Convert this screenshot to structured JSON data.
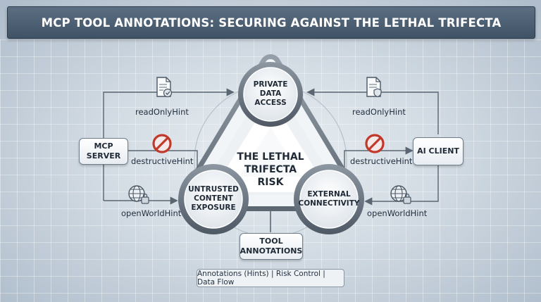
{
  "title": "MCP TOOL ANNOTATIONS: SECURING AGAINST THE LETHAL TRIFECTA",
  "center": {
    "line1": "THE LETHAL",
    "line2": "TRIFECTA",
    "line3": "RISK"
  },
  "nodes": {
    "private": [
      "PRIVATE",
      "DATA",
      "ACCESS"
    ],
    "untrusted": [
      "UNTRUSTED",
      "CONTENT",
      "EXPOSURE"
    ],
    "external": [
      "EXTERNAL",
      "CONNECTIVITY"
    ]
  },
  "boxes": {
    "mcp_server": [
      "MCP",
      "SERVER"
    ],
    "ai_client": "AI CLIENT",
    "tool_annotations": [
      "TOOL",
      "ANNOTATIONS"
    ]
  },
  "hints": {
    "left_read": "readOnlyHint",
    "left_destructive": "destructiveHint",
    "left_open": "openWorldHint",
    "right_read": "readOnlyHint",
    "right_destructive": "destructiveHint",
    "right_open": "openWorldHint"
  },
  "icons": {
    "read_only": "document-check-icon",
    "destructive": "prohibited-icon",
    "open_world": "globe-lock-icon"
  },
  "legend": "Annotations (Hints) | Risk Control | Data Flow",
  "colors": {
    "title_bg": "#4a5d71",
    "prohibit_red": "#c0392b",
    "ring_dark": "#5a6672"
  }
}
